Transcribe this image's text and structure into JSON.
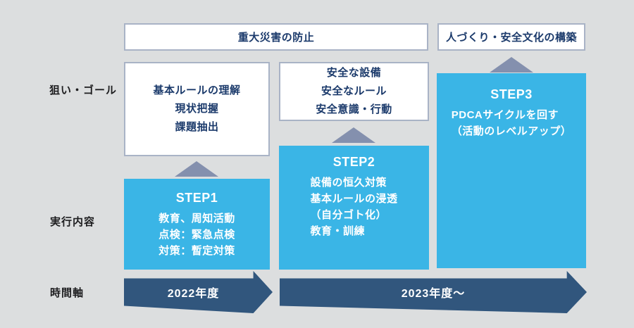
{
  "title_bands": [
    {
      "text": "重大災害の防止"
    },
    {
      "text": "人づくり・安全文化の構築"
    }
  ],
  "row_labels": {
    "goal": "狙い・ゴール",
    "execution": "実行内容",
    "time_axis": "時間軸"
  },
  "steps": [
    {
      "title": "STEP1",
      "goal_lines": [
        "基本ルールの理解",
        "現状把握",
        "課題抽出"
      ],
      "action_lines": [
        "教育、周知活動",
        "点検：緊急点検",
        "対策：暫定対策"
      ]
    },
    {
      "title": "STEP2",
      "goal_lines": [
        "安全な設備",
        "安全なルール",
        "安全意識・行動"
      ],
      "action_lines": [
        "設備の恒久対策",
        "基本ルールの浸透",
        "（自分ゴト化）",
        "教育・訓練"
      ]
    },
    {
      "title": "STEP3",
      "goal_lines": [],
      "action_lines": [
        "PDCAサイクルを回す",
        "（活動のレベルアップ）"
      ]
    }
  ],
  "timeline": [
    {
      "label": "2022年度"
    },
    {
      "label": "2023年度〜"
    }
  ],
  "colors": {
    "background": "#dcdedf",
    "step_blue": "#3ab5e6",
    "timeline_navy": "#31567d",
    "triangle_gray_blue": "#8490ae",
    "text_navy": "#1b3a6b",
    "box_border": "#a9b3c6"
  }
}
